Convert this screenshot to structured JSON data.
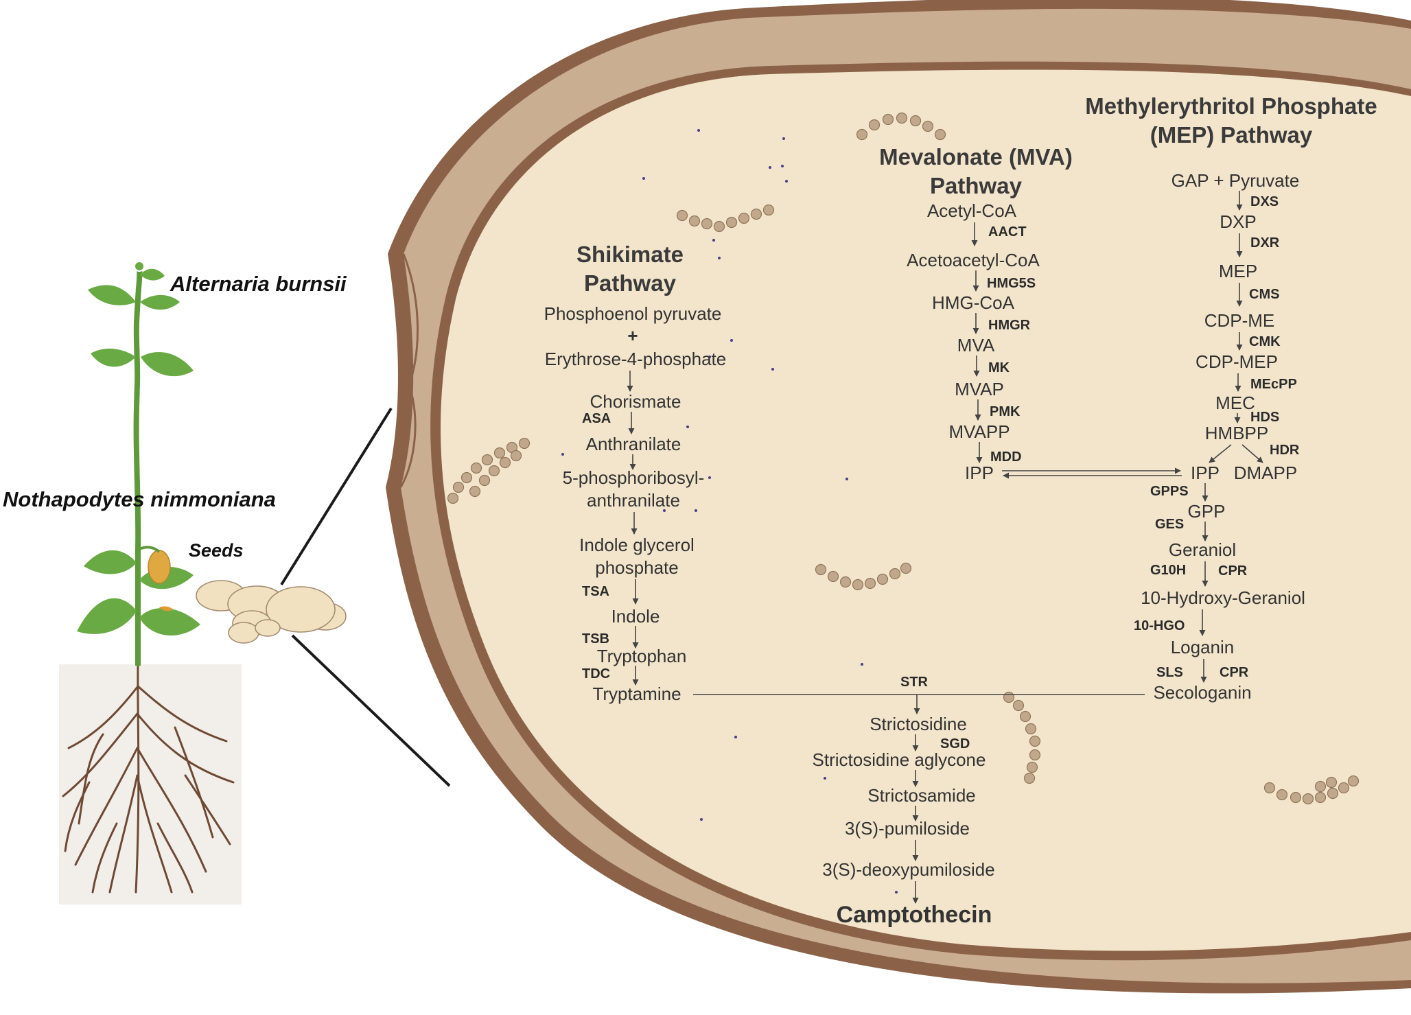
{
  "labels": {
    "organism_fungus": "Alternaria burnsii",
    "organism_plant": "Nothapodytes nimmoniana",
    "seeds": "Seeds"
  },
  "shikimate": {
    "title_line1": "Shikimate",
    "title_line2": "Pathway",
    "pep": "Phosphoenol pyruvate",
    "plus": "+",
    "e4p": "Erythrose-4-phosphate",
    "chorismate": "Chorismate",
    "asa": "ASA",
    "anthranilate": "Anthranilate",
    "prpa_1": "5-phosphoribosyl-",
    "prpa_2": "anthranilate",
    "igp_1": "Indole glycerol",
    "igp_2": "phosphate",
    "tsa": "TSA",
    "indole": "Indole",
    "tsb": "TSB",
    "tryptophan": "Tryptophan",
    "tdc": "TDC",
    "tryptamine": "Tryptamine"
  },
  "mva": {
    "title_line1": "Mevalonate (MVA)",
    "title_line2": "Pathway",
    "acetyl_coa": "Acetyl-CoA",
    "aact": "AACT",
    "acetoacetyl_coa": "Acetoacetyl-CoA",
    "hmgs": "HMG5S",
    "hmg_coa": "HMG-CoA",
    "hmgr": "HMGR",
    "mva_met": "MVA",
    "mk": "MK",
    "mvap": "MVAP",
    "pmk": "PMK",
    "mvapp": "MVAPP",
    "mdd": "MDD",
    "ipp": "IPP"
  },
  "mep": {
    "title_line1": "Methylerythritol Phosphate",
    "title_line2": "(MEP) Pathway",
    "gap": "GAP + Pyruvate",
    "dxs": "DXS",
    "dxp": "DXP",
    "dxr": "DXR",
    "mep_met": "MEP",
    "cms": "CMS",
    "cdp_me": "CDP-ME",
    "cmk": "CMK",
    "cdp_mep": "CDP-MEP",
    "mecpp_enz": "MEcPP",
    "mec": "MEC",
    "hds": "HDS",
    "hmbpp": "HMBPP",
    "hdr": "HDR",
    "ipp": "IPP",
    "dmapp": "DMAPP"
  },
  "secologanin_branch": {
    "gpps": "GPPS",
    "gpp": "GPP",
    "ges": "GES",
    "geraniol": "Geraniol",
    "g10h": "G10H",
    "cpr_1": "CPR",
    "hydroxy_geraniol": "10-Hydroxy-Geraniol",
    "hgo": "10-HGO",
    "loganin": "Loganin",
    "sls": "SLS",
    "cpr_2": "CPR",
    "secologanin": "Secologanin"
  },
  "camptothecin_branch": {
    "str": "STR",
    "strictosidine": "Strictosidine",
    "sgd": "SGD",
    "aglycone": "Strictosidine aglycone",
    "strictosamide": "Strictosamide",
    "pumiloside": "3(S)-pumiloside",
    "deoxypumiloside": "3(S)-deoxypumiloside",
    "camptothecin": "Camptothecin"
  },
  "colors": {
    "cell_outer": "#8b6248",
    "cell_wall": "#c9ae92",
    "cell_inner": "#f3e5cb",
    "granule": "#c1a88c",
    "granule_edge": "#8f7559",
    "dot": "#4a3d8a",
    "stem": "#5e9a3a",
    "leaf": "#6aaa44",
    "pod": "#e0a840",
    "root": "#6e4a35",
    "seed": "#f1e1c0",
    "soil": "#f2eeea"
  }
}
